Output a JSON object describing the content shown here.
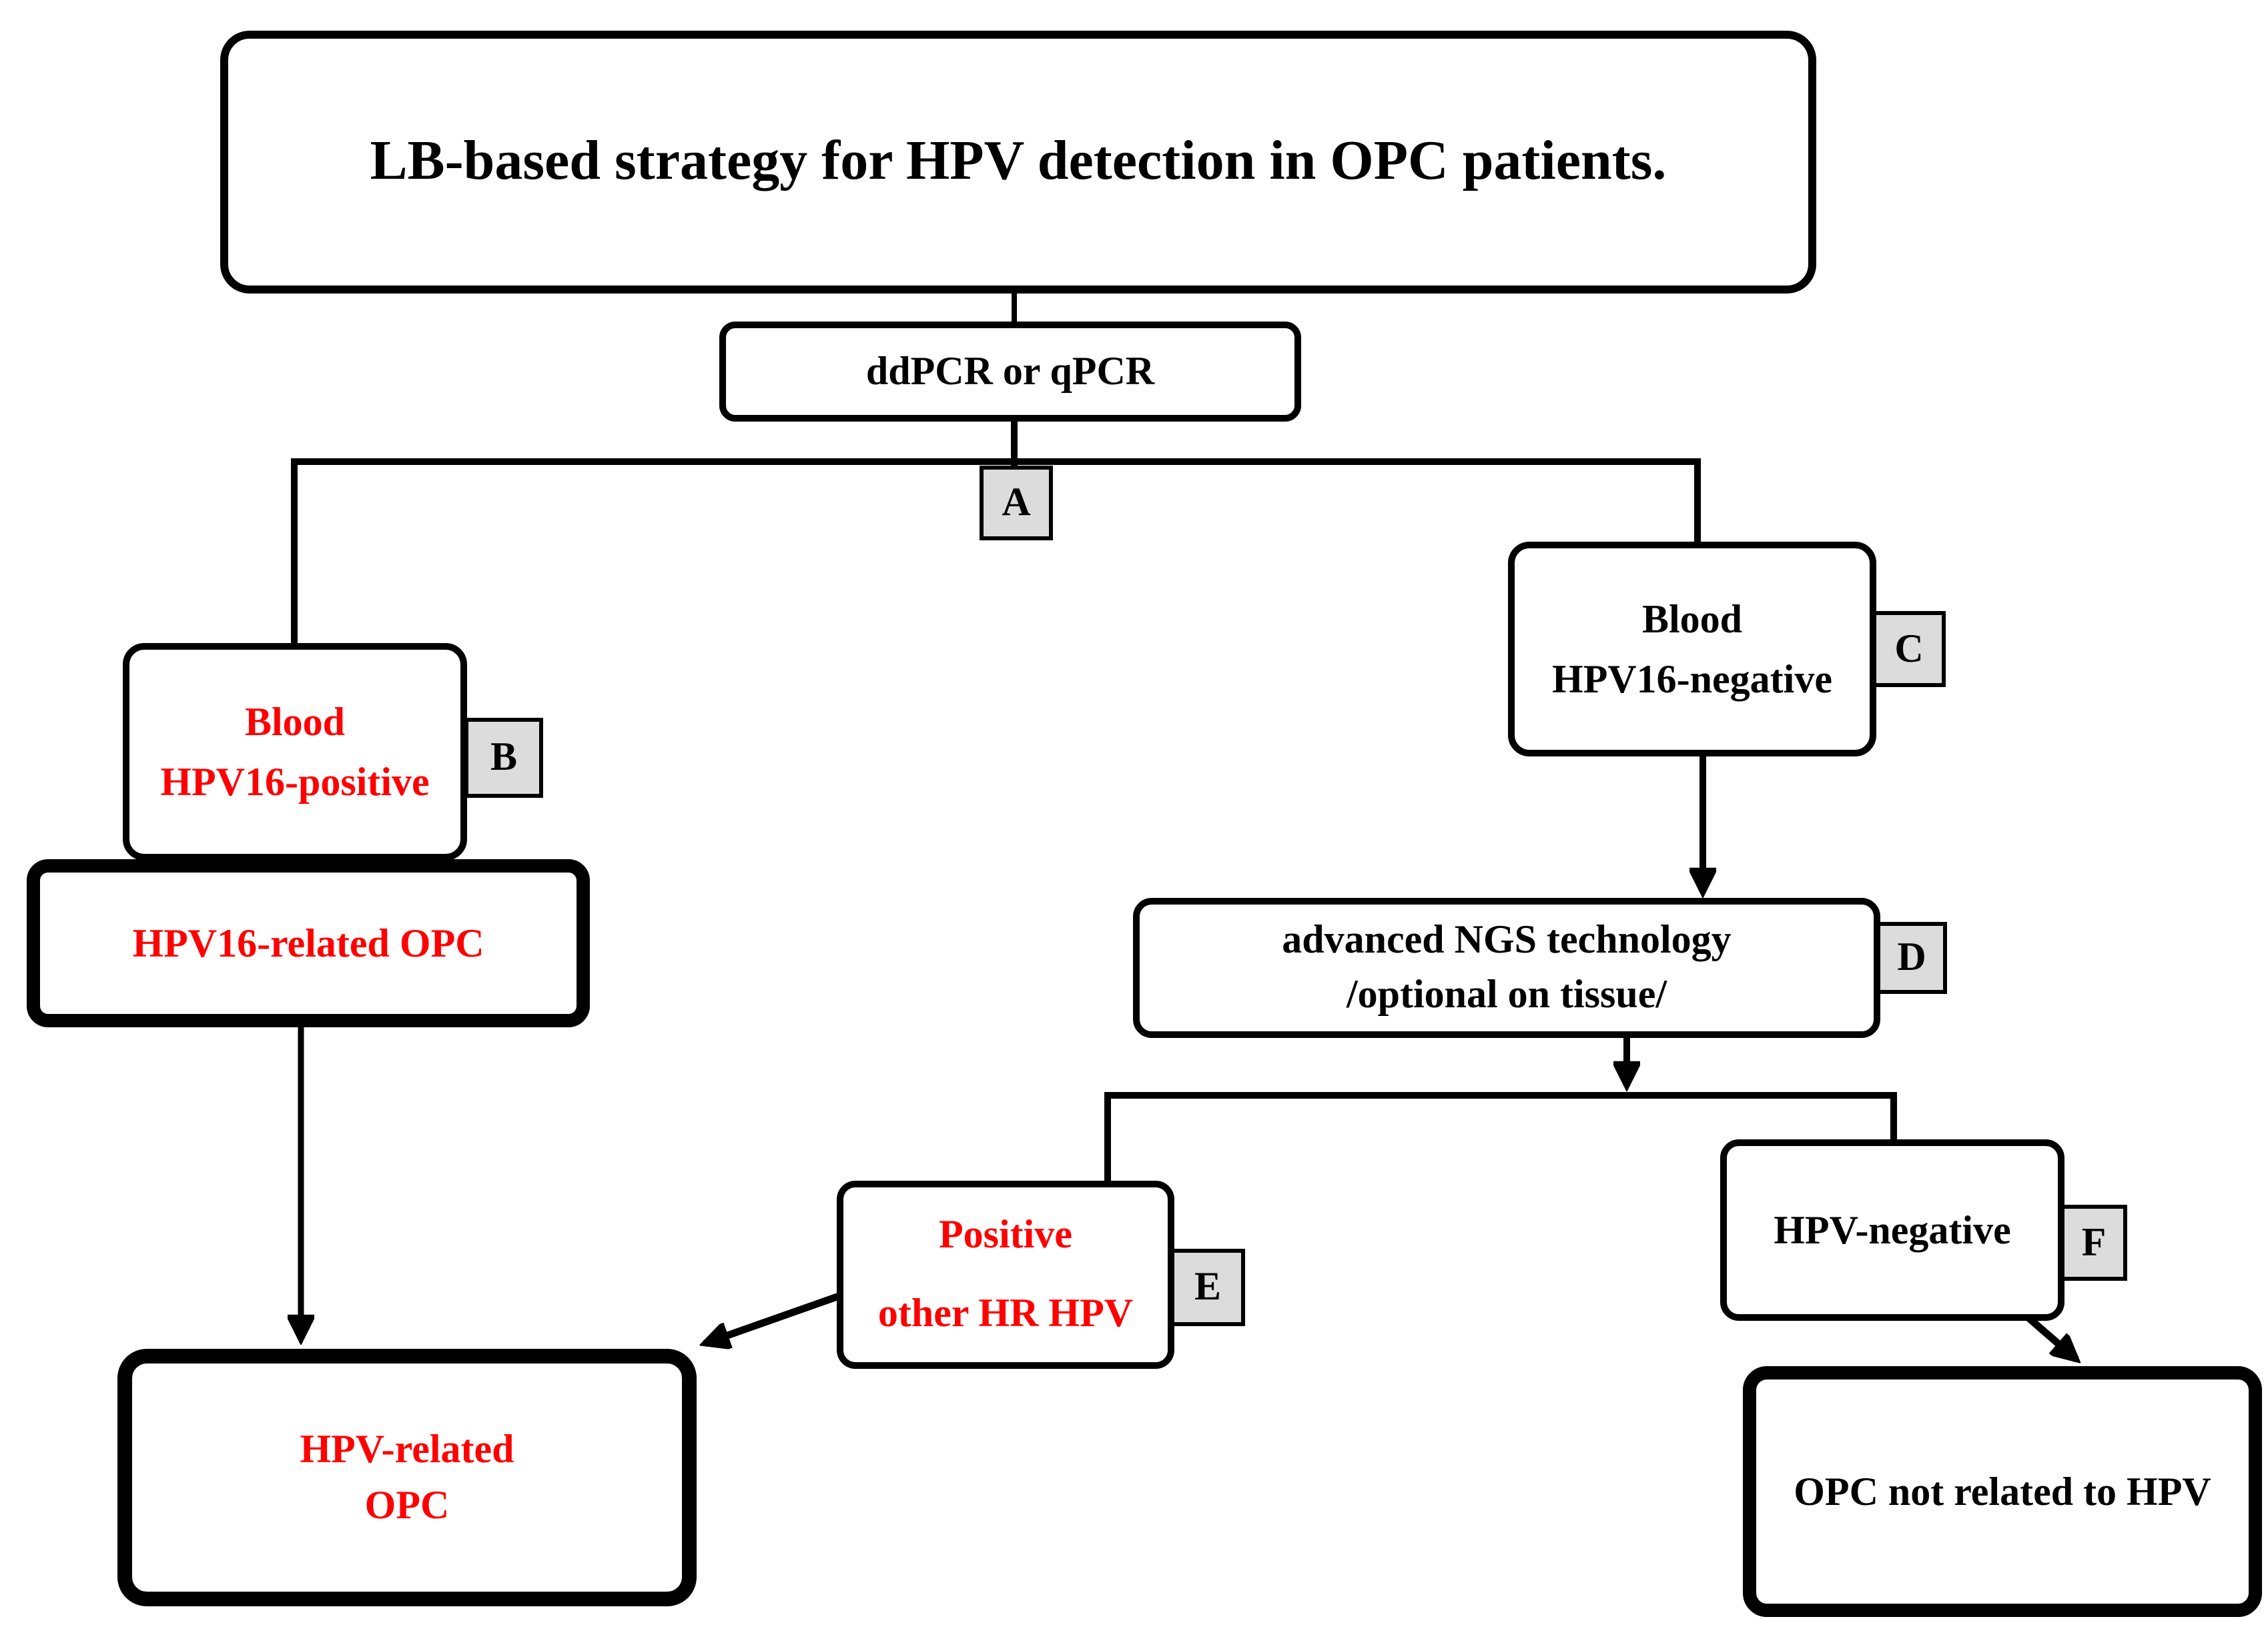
{
  "colors": {
    "red": "#ff0000",
    "black": "#000000",
    "tag_bg": "#dcdcdc",
    "canvas_bg": "#ffffff"
  },
  "title": "LB-based strategy for HPV detection in OPC patients.",
  "nodes": {
    "pcr": {
      "label": "ddPCR or qPCR"
    },
    "blood_hpv16_positive": {
      "line1": "Blood",
      "line2": "HPV16-positive"
    },
    "hpv16_related_opc": {
      "label": "HPV16-related OPC"
    },
    "hpv_related_opc": {
      "line1": "HPV-related",
      "line2": "OPC"
    },
    "blood_hpv16_negative": {
      "line1": "Blood",
      "line2": "HPV16-negative"
    },
    "ngs": {
      "line1": "advanced NGS technology",
      "line2": "/optional on tissue/"
    },
    "positive_other_hr_hpv": {
      "line1": "Positive",
      "line2": "other HR HPV"
    },
    "hpv_negative": {
      "label": "HPV-negative"
    },
    "opc_not_related_to_hpv": {
      "label": "OPC not related to HPV"
    }
  },
  "tags": {
    "a": "A",
    "b": "B",
    "c": "C",
    "d": "D",
    "e": "E",
    "f": "F"
  }
}
